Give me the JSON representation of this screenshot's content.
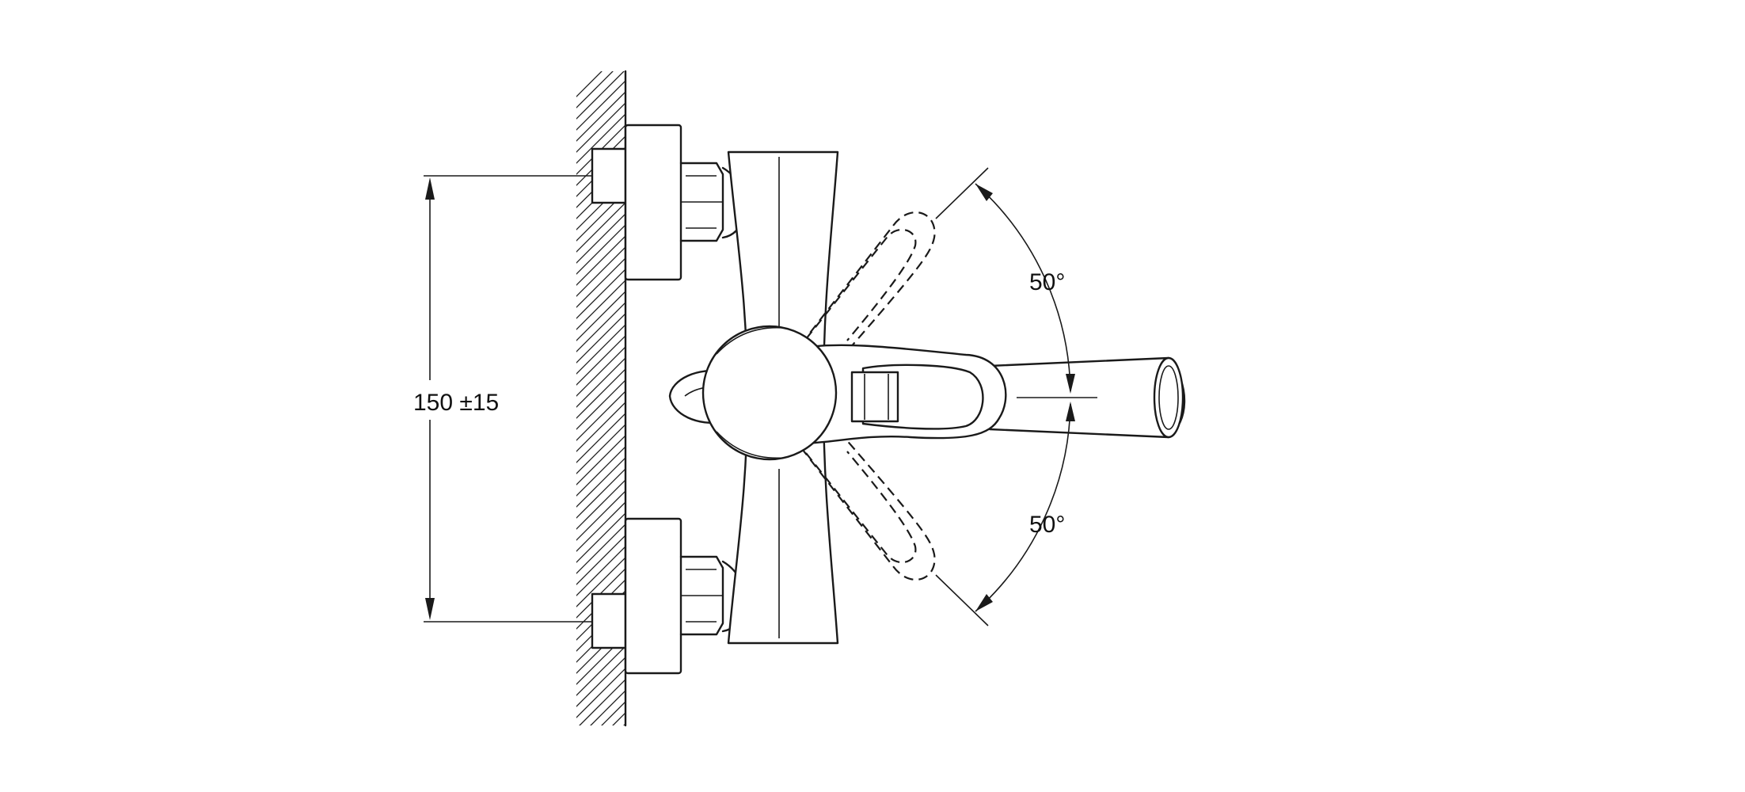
{
  "dimension": {
    "spacing_label": "150 ±15",
    "angle_upper_label": "50°",
    "angle_lower_label": "50°"
  },
  "colors": {
    "stroke": "#1a1a1a",
    "background": "#ffffff"
  }
}
